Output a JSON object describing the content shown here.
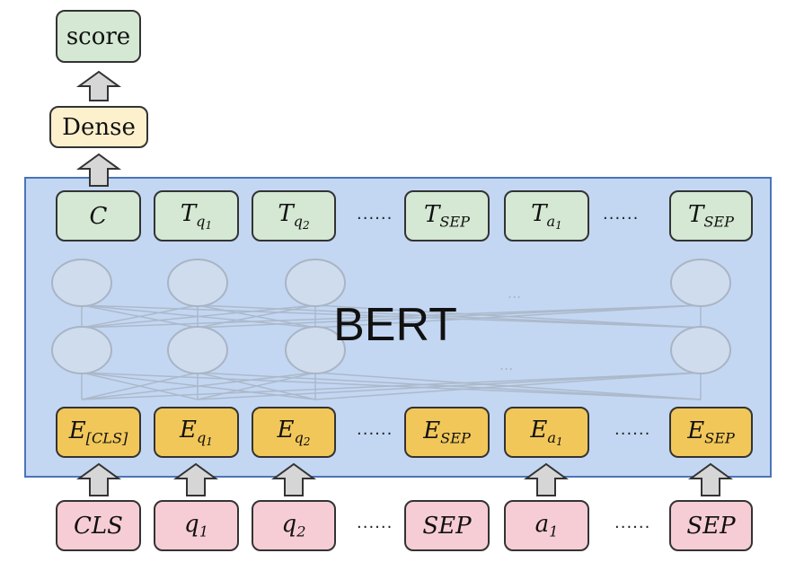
{
  "top": {
    "score": "score",
    "dense": "Dense"
  },
  "model_label": "BERT",
  "output_row": [
    {
      "base": "C",
      "sub": "",
      "subsub": ""
    },
    {
      "base": "T",
      "sub": "q",
      "subsub": "1"
    },
    {
      "base": "T",
      "sub": "q",
      "subsub": "2"
    },
    {
      "base": "T",
      "sub": "SEP",
      "subsub": ""
    },
    {
      "base": "T",
      "sub": "a",
      "subsub": "1"
    },
    {
      "base": "T",
      "sub": "SEP",
      "subsub": ""
    }
  ],
  "embedding_row": [
    {
      "base": "E",
      "sub": "[CLS]",
      "subsub": ""
    },
    {
      "base": "E",
      "sub": "q",
      "subsub": "1"
    },
    {
      "base": "E",
      "sub": "q",
      "subsub": "2"
    },
    {
      "base": "E",
      "sub": "SEP",
      "subsub": ""
    },
    {
      "base": "E",
      "sub": "a",
      "subsub": "1"
    },
    {
      "base": "E",
      "sub": "SEP",
      "subsub": ""
    }
  ],
  "input_row": [
    {
      "base": "CLS",
      "sub": ""
    },
    {
      "base": "q",
      "sub": "1"
    },
    {
      "base": "q",
      "sub": "2"
    },
    {
      "base": "SEP",
      "sub": ""
    },
    {
      "base": "a",
      "sub": "1"
    },
    {
      "base": "SEP",
      "sub": ""
    }
  ],
  "ellipsis": "......",
  "hidden_ellipsis": "..."
}
